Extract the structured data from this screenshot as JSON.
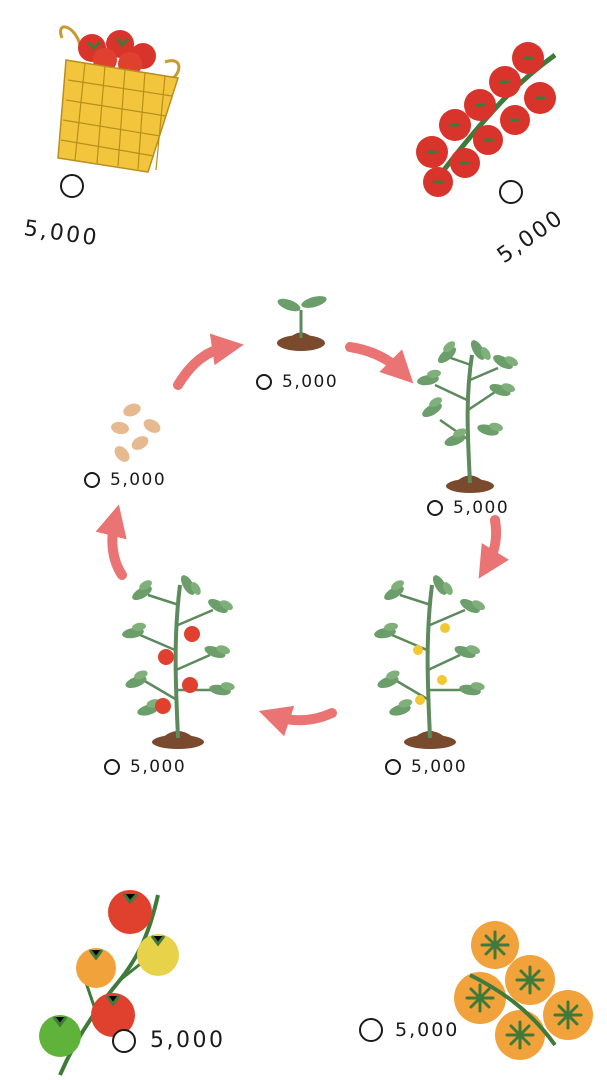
{
  "colors": {
    "arrow": "#ea7373",
    "leaf": "#6b9e6b",
    "stem": "#5c8a5c",
    "soil": "#7a4a2e",
    "tomato_red": "#d9342b",
    "tomato_orange": "#f2a23a",
    "tomato_yellow": "#e8d24a",
    "tomato_green": "#5fb33a",
    "basket": "#f2c53d",
    "seed": "#e6b98e"
  },
  "items": [
    {
      "id": "basket",
      "icon": "tomato-basket-icon",
      "value": "5,000"
    },
    {
      "id": "vine",
      "icon": "tomato-vine-icon",
      "value": "5,000"
    },
    {
      "id": "sprout",
      "icon": "sprout-icon",
      "value": "5,000"
    },
    {
      "id": "young-plant",
      "icon": "young-plant-icon",
      "value": "5,000"
    },
    {
      "id": "seeds",
      "icon": "seeds-icon",
      "value": "5,000"
    },
    {
      "id": "flowering-plant",
      "icon": "flowering-plant-icon",
      "value": "5,000"
    },
    {
      "id": "fruiting-plant",
      "icon": "fruiting-plant-icon",
      "value": "5,000"
    },
    {
      "id": "mixed-tomatoes",
      "icon": "mixed-tomatoes-icon",
      "value": "5,000"
    },
    {
      "id": "orange-tomatoes",
      "icon": "orange-tomatoes-icon",
      "value": "5,000"
    }
  ]
}
